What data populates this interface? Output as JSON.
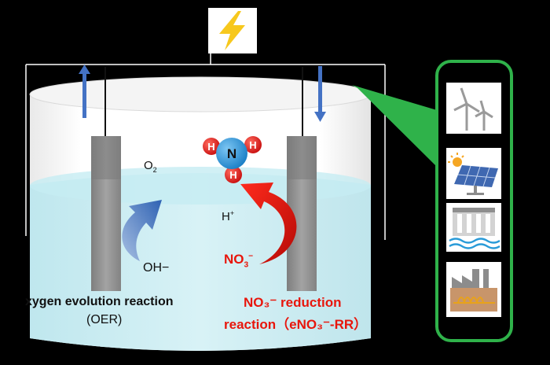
{
  "species": {
    "o2": "O",
    "o2_sub": "2",
    "h_plus": "H",
    "h_plus_sup": "+",
    "oh_minus": "OH−",
    "no3": "NO",
    "no3_sub": "3",
    "no3_sup": "−"
  },
  "molecule": {
    "center": "N",
    "outer": [
      "H",
      "H",
      "H"
    ]
  },
  "anode_reaction": {
    "line1": "xygen evolution reaction",
    "line2": "(OER)"
  },
  "cathode_reaction": {
    "line1": "NO₃⁻ reduction",
    "line2": "reaction（eNO₃⁻-RR）"
  },
  "colors": {
    "background": "#000000",
    "electrolyte": "#cdeef3",
    "electrode": "#8e8e8e",
    "reaction_red": "#e8160c",
    "oh_arrow_blue": "#4a78c0",
    "current_arrow_blue": "#4472c4",
    "panel_green": "#2fb24a",
    "nitrogen_blue": "#1f8ed6",
    "hydrogen_red": "#e0161b",
    "bolt_yellow": "#f7c81d"
  },
  "energy_sources": [
    "wind-turbine-icon",
    "solar-panel-icon",
    "hydropower-dam-icon",
    "factory-heat-icon"
  ]
}
